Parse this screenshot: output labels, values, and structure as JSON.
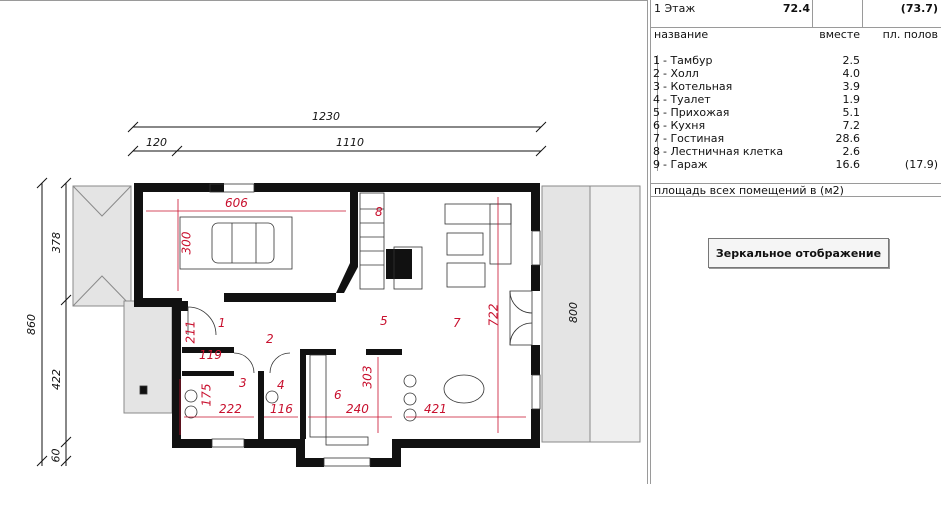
{
  "floor_table": {
    "header": {
      "floor": "1 Этаж",
      "total": "72.4",
      "floor_total": "(73.7)"
    },
    "columns": {
      "name": "название",
      "together": "вместе",
      "floor_area": "пл. полов"
    },
    "rooms": [
      {
        "num": "1",
        "name": "- Тамбур",
        "area": "2.5",
        "floor": ""
      },
      {
        "num": "2",
        "name": "- Холл",
        "area": "4.0",
        "floor": ""
      },
      {
        "num": "3",
        "name": "- Котельная",
        "area": "3.9",
        "floor": ""
      },
      {
        "num": "4",
        "name": "- Туалет",
        "area": "1.9",
        "floor": ""
      },
      {
        "num": "5",
        "name": "- Прихожая",
        "area": "5.1",
        "floor": ""
      },
      {
        "num": "6",
        "name": "- Кухня",
        "area": "7.2",
        "floor": ""
      },
      {
        "num": "7",
        "name": "- Гостиная",
        "area": "28.6",
        "floor": ""
      },
      {
        "num": "8",
        "name": "- Лестничная клетка",
        "area": "2.6",
        "floor": ""
      },
      {
        "num": "9",
        "name": "- Гараж",
        "area": "16.6",
        "floor": "(17.9)"
      }
    ],
    "footer": "площадь всех помещений в (м2)"
  },
  "mirror_button": {
    "label": "Зеркальное отображение"
  },
  "plan": {
    "dims_top": {
      "overall": "1230",
      "left": "120",
      "right": "1110"
    },
    "dims_left": {
      "total": "860",
      "top": "378",
      "middle": "422",
      "bottom": "60"
    },
    "dim_right": "800",
    "room_numbers": [
      "1",
      "2",
      "3",
      "4",
      "5",
      "6",
      "7",
      "8"
    ],
    "room_dims": {
      "garage_w": "606",
      "garage_h": "300",
      "vest_h": "211",
      "boiler_top": "119",
      "boiler_h": "175",
      "boiler_w": "222",
      "wc_w": "116",
      "kitchen_w": "240",
      "kitchen_h": "303",
      "living_w": "421",
      "living_h": "722"
    }
  }
}
